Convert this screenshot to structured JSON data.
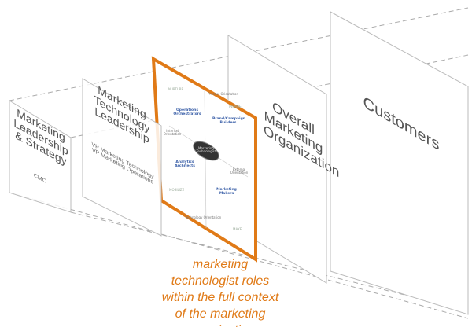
{
  "panels": [
    {
      "title": "Marketing Leadership & Strategy",
      "subtitle": "CMO"
    },
    {
      "title": "Marketing Technology Leadership",
      "subtitle": "VP Marketing Technology\nVP Marketing Operations"
    },
    {
      "center": "Marketing Technologist",
      "axes": [
        "Process Orientation",
        "Technology Orientation",
        "Internal Orientation",
        "External Orientation"
      ],
      "quadrants": [
        "Operations Orchestrators",
        "Brand/Campaign Builders",
        "Analytics Architects",
        "Marketing Makers"
      ],
      "corner_labels": [
        "NURTURE",
        "INSPIRE",
        "MOBILIZE",
        "MAKE"
      ]
    },
    {
      "title": "Overall Marketing Organization"
    },
    {
      "title": "Customers"
    }
  ],
  "caption": "marketing technologist roles within the full context of the marketing organization",
  "colors": {
    "accent": "#e07a17",
    "line": "#bbbbbb"
  }
}
